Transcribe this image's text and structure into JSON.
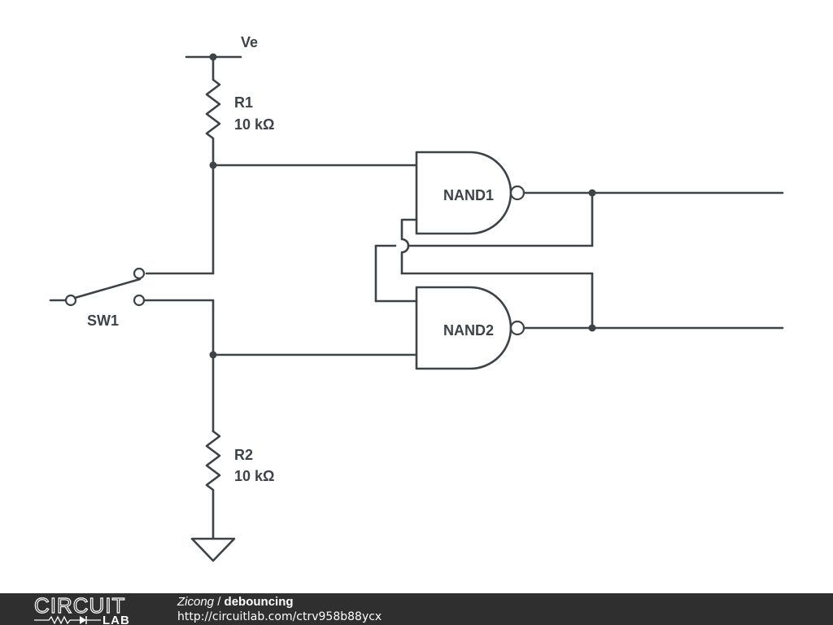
{
  "schematic": {
    "supply_label": "Ve",
    "components": [
      {
        "ref": "R1",
        "value": "10 kΩ"
      },
      {
        "ref": "R2",
        "value": "10 kΩ"
      },
      {
        "ref": "SW1"
      },
      {
        "ref": "NAND1"
      },
      {
        "ref": "NAND2"
      }
    ]
  },
  "footer": {
    "logo_top": "CIRCUIT",
    "logo_bottom": "LAB",
    "author": "Zicong",
    "separator": " / ",
    "title": "debouncing",
    "url": "http://circuitlab.com/ctrv958b88ycx"
  },
  "colors": {
    "wire": "#3d4347",
    "background": "#ffffff",
    "footer": "#2f2f2f"
  }
}
